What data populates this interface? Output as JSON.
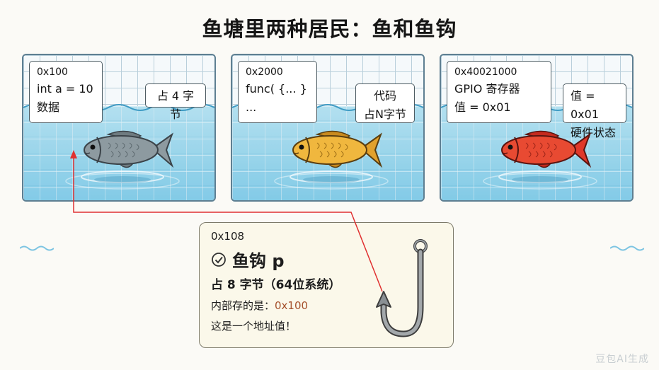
{
  "title": "鱼塘里两种居民：鱼和鱼钩",
  "ponds": [
    {
      "addr": "0x100",
      "line1": "int a = 10",
      "line2": "数据",
      "size_label": "占 4 字节",
      "fish_color": "#8d9aa0"
    },
    {
      "addr": "0x2000",
      "line1": "func( {... }",
      "line2": "...",
      "size_line1": "代码",
      "size_line2": "占N字节",
      "fish_color": "#e2a12c"
    },
    {
      "addr": "0x40021000",
      "line1": "GPIO 寄存器",
      "line2": "值 = 0x01",
      "tag_line1": "值 = 0x01",
      "tag_line2": "硬件状态",
      "fish_color": "#e0382a"
    }
  ],
  "hook": {
    "addr": "0x108",
    "name": "鱼钩 p",
    "size": "占 8 字节（64位系统）",
    "content_prefix": "内部存的是：",
    "content_value": "0x100",
    "note": "这是一个地址值！",
    "check_icon": "check-circle-icon"
  },
  "watermark": "豆包AI生成",
  "colors": {
    "arrow": "#e03030",
    "value_highlight": "#a6522d"
  }
}
